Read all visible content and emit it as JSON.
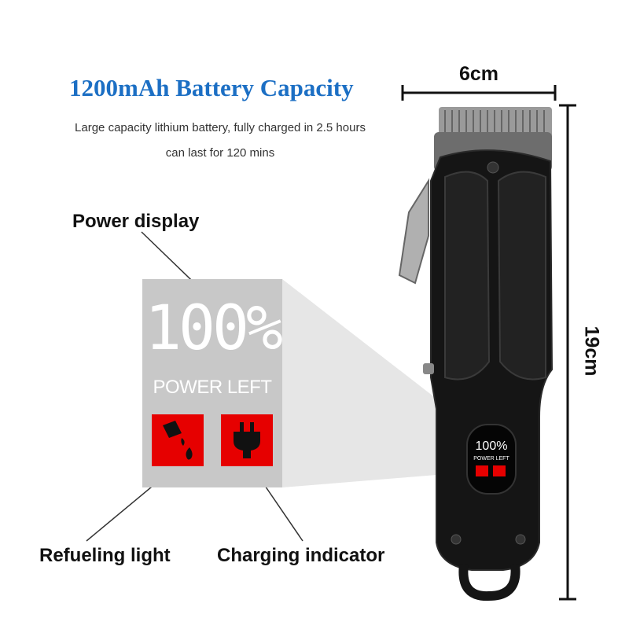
{
  "headline": "1200mAh Battery Capacity",
  "description_line1": "Large capacity lithium battery, fully charged in 2.5 hours",
  "description_line2": "can last for 120 mins",
  "callouts": {
    "power_display": "Power display",
    "refueling_light": "Refueling light",
    "charging_indicator": "Charging indicator"
  },
  "display": {
    "percent": "100%",
    "power_left": "POWER LEFT"
  },
  "dimensions": {
    "width": "6cm",
    "height": "19cm"
  },
  "colors": {
    "headline": "#1c6fc4",
    "indicator_red": "#e60000",
    "panel_grey": "#c8c8c8",
    "clipper_body": "#151515"
  },
  "icons": [
    "fuel-drop-icon",
    "plug-icon"
  ]
}
